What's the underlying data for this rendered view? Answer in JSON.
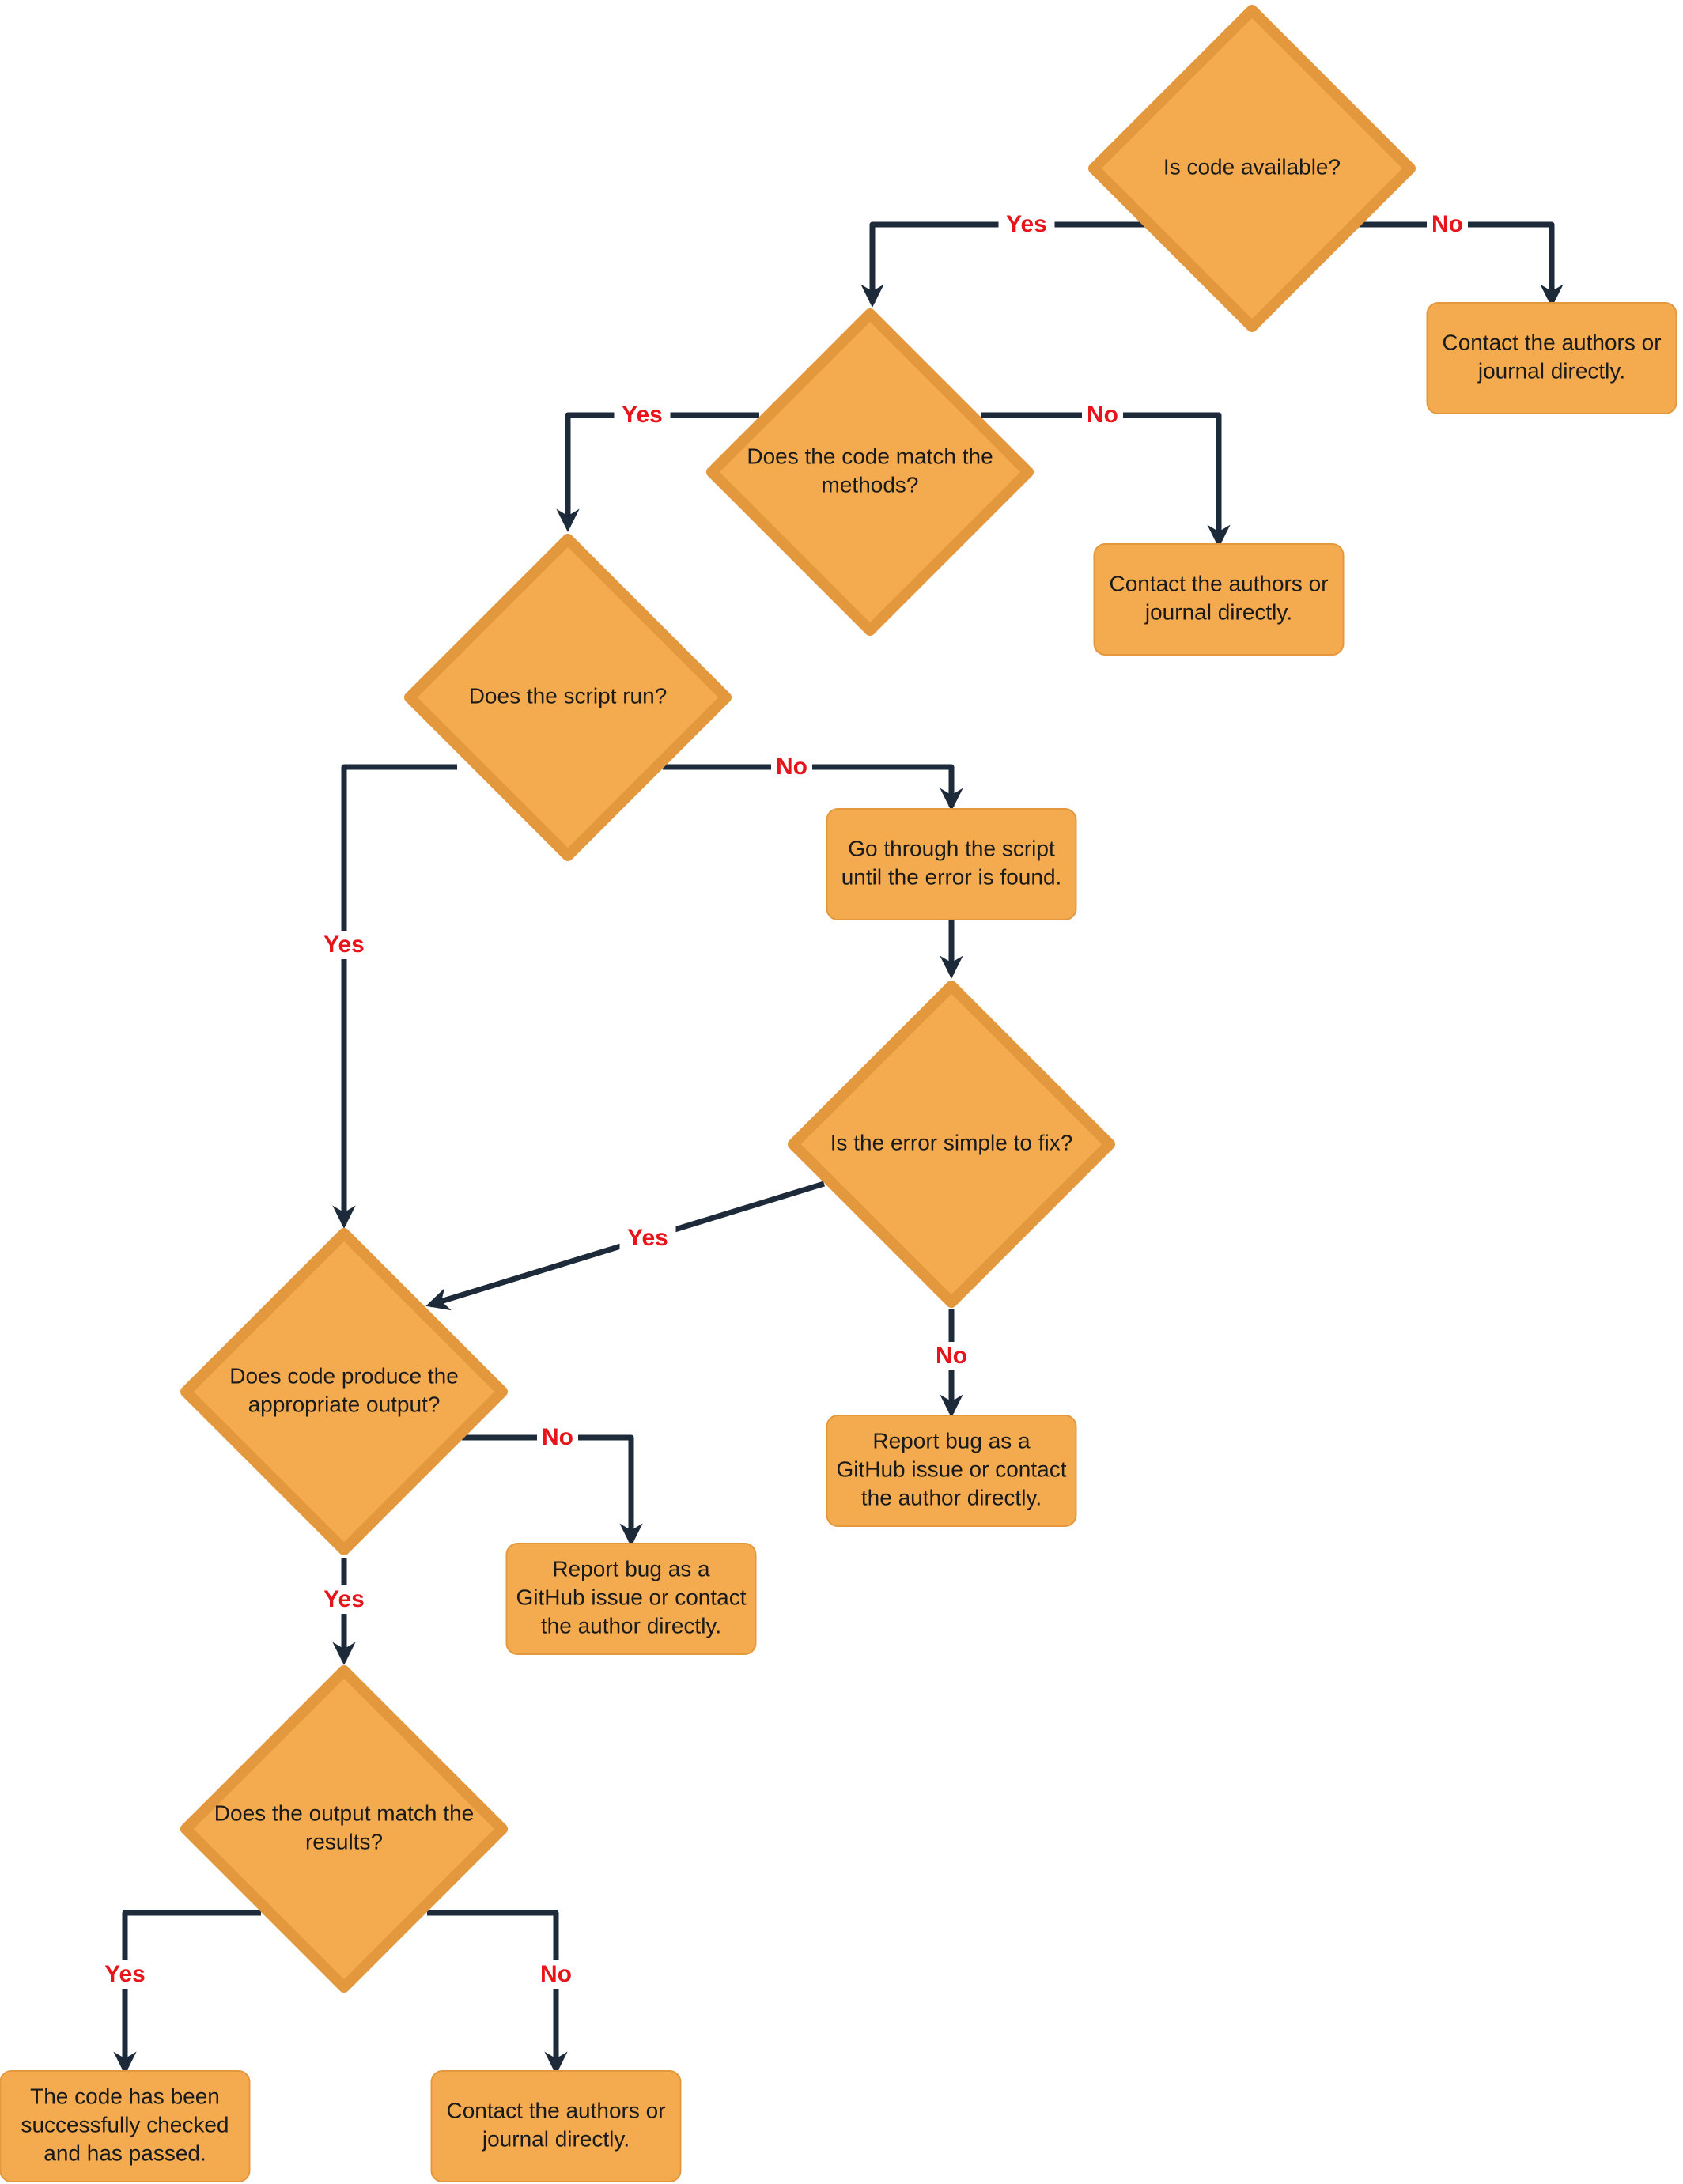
{
  "diagram": {
    "colors": {
      "node_fill": "#f4ab50",
      "node_stroke": "#e3983e",
      "edge": "#1d2a3a",
      "edge_label": "#e8141c",
      "text": "#1a1a1a"
    },
    "nodes": [
      {
        "id": "code-available",
        "shape": "decision",
        "lines": [
          "Is code available?"
        ]
      },
      {
        "id": "contact-1",
        "shape": "process",
        "lines": [
          "Contact the authors or",
          "journal directly."
        ]
      },
      {
        "id": "code-match",
        "shape": "decision",
        "lines": [
          "Does the code match the",
          "methods?"
        ]
      },
      {
        "id": "contact-2",
        "shape": "process",
        "lines": [
          "Contact the authors or",
          "journal directly."
        ]
      },
      {
        "id": "script-run",
        "shape": "decision",
        "lines": [
          "Does the script run?"
        ]
      },
      {
        "id": "go-through",
        "shape": "process",
        "lines": [
          "Go through the script",
          "until the error is found."
        ]
      },
      {
        "id": "error-simple",
        "shape": "decision",
        "lines": [
          "Is the error simple to fix?"
        ]
      },
      {
        "id": "report-1",
        "shape": "process",
        "lines": [
          "Report bug as a",
          "GitHub issue or contact",
          "the author directly."
        ]
      },
      {
        "id": "output-appropriate",
        "shape": "decision",
        "lines": [
          "Does code produce the",
          "appropriate output?"
        ]
      },
      {
        "id": "report-2",
        "shape": "process",
        "lines": [
          "Report bug as a",
          "GitHub issue or contact",
          "the author directly."
        ]
      },
      {
        "id": "output-match",
        "shape": "decision",
        "lines": [
          "Does the output match the",
          "results?"
        ]
      },
      {
        "id": "passed",
        "shape": "process",
        "lines": [
          "The code has been",
          "successfully checked",
          "and has passed."
        ]
      },
      {
        "id": "contact-3",
        "shape": "process",
        "lines": [
          "Contact the authors or",
          "journal directly."
        ]
      }
    ],
    "edges": [
      {
        "id": "e1",
        "from": "code-available",
        "to": "code-match",
        "label": "Yes"
      },
      {
        "id": "e2",
        "from": "code-available",
        "to": "contact-1",
        "label": "No"
      },
      {
        "id": "e3",
        "from": "code-match",
        "to": "script-run",
        "label": "Yes"
      },
      {
        "id": "e4",
        "from": "code-match",
        "to": "contact-2",
        "label": "No"
      },
      {
        "id": "e5",
        "from": "script-run",
        "to": "output-appropriate",
        "label": "Yes"
      },
      {
        "id": "e6",
        "from": "script-run",
        "to": "go-through",
        "label": "No"
      },
      {
        "id": "e7",
        "from": "go-through",
        "to": "error-simple",
        "label": ""
      },
      {
        "id": "e8",
        "from": "error-simple",
        "to": "output-appropriate",
        "label": "Yes"
      },
      {
        "id": "e9",
        "from": "error-simple",
        "to": "report-1",
        "label": "No"
      },
      {
        "id": "e10",
        "from": "output-appropriate",
        "to": "report-2",
        "label": "No"
      },
      {
        "id": "e11",
        "from": "output-appropriate",
        "to": "output-match",
        "label": "Yes"
      },
      {
        "id": "e12",
        "from": "output-match",
        "to": "passed",
        "label": "Yes"
      },
      {
        "id": "e13",
        "from": "output-match",
        "to": "contact-3",
        "label": "No"
      }
    ]
  }
}
